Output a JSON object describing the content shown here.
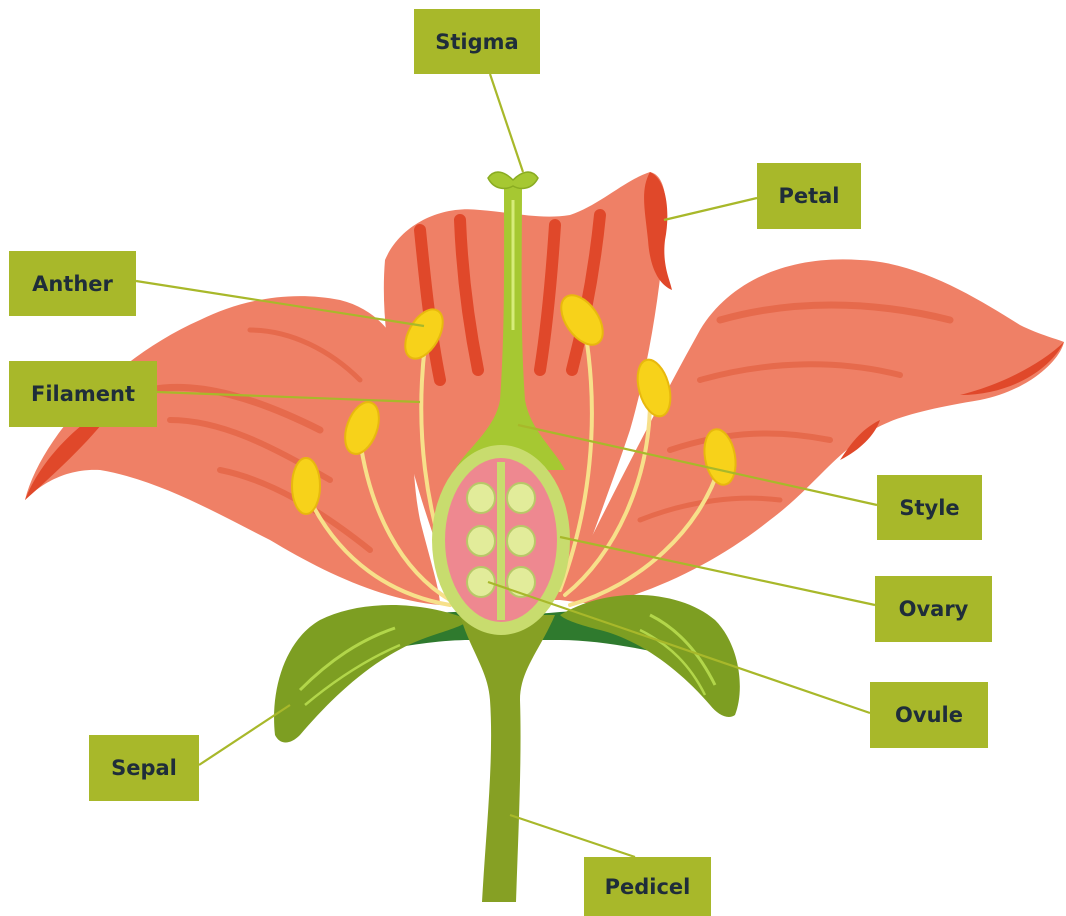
{
  "labels": {
    "stigma": "Stigma",
    "petal": "Petal",
    "anther": "Anther",
    "filament": "Filament",
    "style": "Style",
    "ovary": "Ovary",
    "ovule": "Ovule",
    "sepal": "Sepal",
    "pedicel": "Pedicel"
  },
  "colors": {
    "label_bg": "#a8b82a",
    "label_text": "#1f2d3a",
    "petal": "#ef8066",
    "petal_dark": "#e0482a",
    "stamen": "#f7d21a",
    "style": "#a6c832",
    "ovary_wall": "#c8dc6e",
    "ovary_inner": "#ee8890",
    "ovule": "#e2ec9a",
    "sepal": "#7d9e22",
    "pedicel": "#86a024"
  }
}
